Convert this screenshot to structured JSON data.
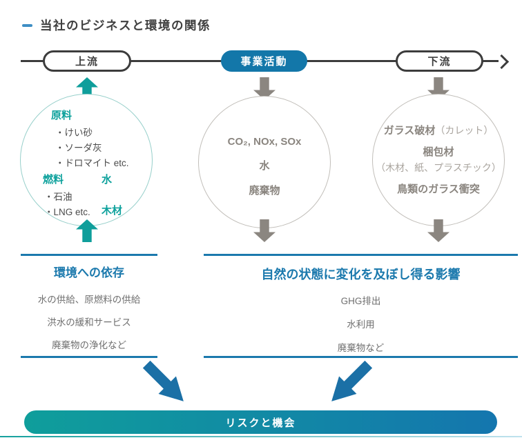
{
  "title": "当社のビジネスと環境の関係",
  "flow_bar": {
    "upstream_label": "上流",
    "business_label": "事業活動",
    "downstream_label": "下流"
  },
  "upstream_circle": {
    "materials_heading": "原料",
    "materials": [
      "・けい砂",
      "・ソーダ灰",
      "・ドロマイト etc."
    ],
    "fuel_heading": "燃料",
    "fuel": [
      "・石油",
      "・LNG etc."
    ],
    "water_label": "水",
    "wood_label": "木材"
  },
  "business_circle": {
    "lines": [
      "CO₂, NOx, SOx",
      "水",
      "廃棄物"
    ]
  },
  "downstream_circle": {
    "cullet_bold": "ガラス破材",
    "cullet_note": "（カレット）",
    "packaging_bold": "梱包材",
    "packaging_note": "（木材、紙、プラスチック）",
    "bird_bold": "鳥類のガラス衝突"
  },
  "dependency_block": {
    "heading": "環境への依存",
    "items": [
      "水の供給、原燃料の供給",
      "洪水の緩和サービス",
      "廃棄物の浄化など"
    ]
  },
  "impact_block": {
    "heading": "自然の状態に変化を及ぼし得る影響",
    "items": [
      "GHG排出",
      "水利用",
      "廃棄物など"
    ]
  },
  "banner": {
    "label": "リスクと機会"
  },
  "colors": {
    "teal": "#0f9e9b",
    "pill_blue": "#1377a9",
    "heading_blue": "#1b79ad",
    "arrow_blue": "#1b70a6",
    "gray_arrow": "#8b8680",
    "gray_text": "#8a857f",
    "dark": "#3c3c3c"
  }
}
